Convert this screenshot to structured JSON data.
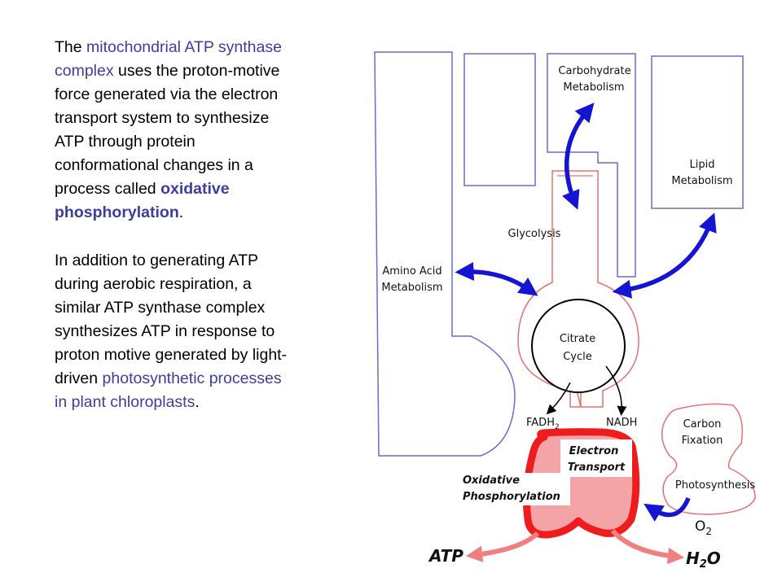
{
  "paragraph1": {
    "t1": "The ",
    "h1": "mitochondrial ATP synthase complex",
    "t2": " uses the proton-motive force generated via the electron transport system to synthesize ATP through protein conformational changes in a process called ",
    "h2": "oxidative phosphorylation",
    "t3": "."
  },
  "paragraph2": {
    "t1": "In addition to generating ATP during aerobic respiration, a similar ATP synthase complex synthesizes ATP in response to proton motive generated by light-driven ",
    "h1": "photosynthetic processes in plant chloroplasts",
    "t2": "."
  },
  "diagram": {
    "carbohydrate": [
      "Carbohydrate",
      "Metabolism"
    ],
    "lipid": [
      "Lipid",
      "Metabolism"
    ],
    "amino_acid": [
      "Amino Acid",
      "Metabolism"
    ],
    "glycolysis": "Glycolysis",
    "citrate": [
      "Citrate",
      "Cycle"
    ],
    "fadh2_base": "FADH",
    "fadh2_sub": "2",
    "nadh": "NADH",
    "electron_transport": [
      "Electron",
      "Transport"
    ],
    "oxidative_phosphorylation": [
      "Oxidative",
      "Phosphorylation"
    ],
    "carbon_fixation": [
      "Carbon",
      "Fixation"
    ],
    "photosynthesis": "Photosynthesis",
    "o2_base": "O",
    "o2_sub": "2",
    "atp": "ATP",
    "h2o_a": "H",
    "h2o_sub": "2",
    "h2o_b": "O"
  },
  "colors": {
    "text_highlight": "#3d3d9e",
    "box_outline": "#6a6ad0",
    "pink_outline": "#e87070",
    "red": "#ee1c1c",
    "red_fill": "#f4a3a6",
    "arrow_blue": "#1414d2",
    "output_arrow": "#f07f80"
  }
}
